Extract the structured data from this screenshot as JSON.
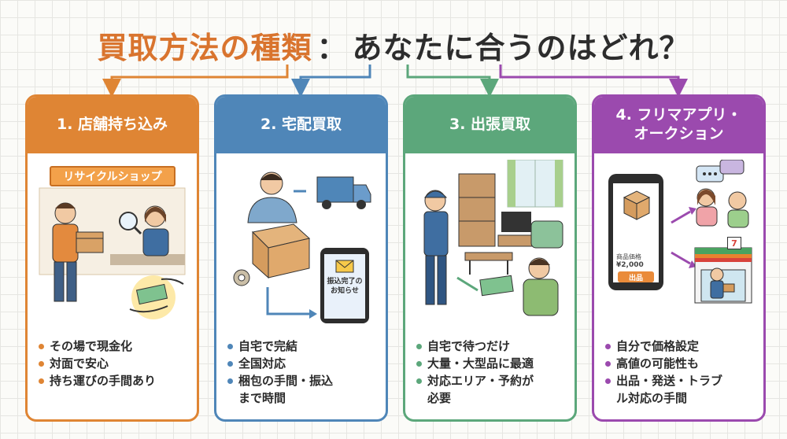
{
  "title": {
    "part1": "買取方法の種類",
    "separator": "：",
    "part2": "あなたに合うのはどれ？"
  },
  "colors": {
    "orange": "#df8534",
    "blue": "#4f86b8",
    "green": "#5ca77b",
    "purple": "#9b4aae"
  },
  "cards": [
    {
      "heading": "1. 店舗持ち込み",
      "sign": "リサイクルショップ",
      "icons": [
        "customer-icon",
        "cardboard-box-icon",
        "magnifier-icon",
        "shop-clerk-icon",
        "cash-hands-icon"
      ],
      "points": [
        "その場で現金化",
        "対面で安心",
        "持ち運びの手間あり"
      ]
    },
    {
      "heading": "2. 宅配買取",
      "phone_note": [
        "振込完了の",
        "お知らせ"
      ],
      "icons": [
        "packing-person-icon",
        "cardboard-box-icon",
        "delivery-truck-icon",
        "smartphone-icon",
        "mail-icon",
        "tape-icon"
      ],
      "points": [
        "自宅で完結",
        "全国対応",
        "梱包の手間・振込",
        "まで時間"
      ]
    },
    {
      "heading": "3. 出張買取",
      "icons": [
        "staff-icon",
        "furniture-icon",
        "tv-icon",
        "sofa-icon",
        "cash-icon",
        "customer-icon"
      ],
      "points": [
        "自宅で待つだけ",
        "大量・大型品に最適",
        "対応エリア・予約が",
        "必要"
      ]
    },
    {
      "heading_line1": "4. フリマアプリ・",
      "heading_line2": "オークション",
      "listing_label": "商品価格",
      "listing_price": "¥2,000",
      "listing_button": "出品",
      "convenience_store_sign": "7",
      "icons": [
        "smartphone-icon",
        "chat-bubble-icon",
        "buyers-icon",
        "convenience-store-icon",
        "shipping-person-icon"
      ],
      "points": [
        "自分で価格設定",
        "高値の可能性も",
        "出品・発送・トラブ",
        "ル対応の手間"
      ]
    }
  ]
}
